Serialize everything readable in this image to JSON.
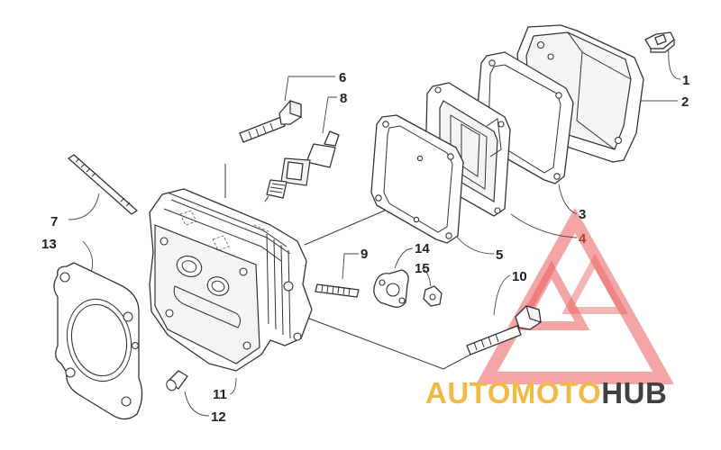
{
  "diagram": {
    "callouts": [
      {
        "id": "1",
        "accent": false
      },
      {
        "id": "2",
        "accent": false
      },
      {
        "id": "3",
        "accent": false
      },
      {
        "id": "4",
        "accent": true
      },
      {
        "id": "5",
        "accent": false
      },
      {
        "id": "6",
        "accent": false
      },
      {
        "id": "7",
        "accent": false
      },
      {
        "id": "8",
        "accent": false
      },
      {
        "id": "9",
        "accent": false
      },
      {
        "id": "10",
        "accent": false
      },
      {
        "id": "11",
        "accent": false
      },
      {
        "id": "12",
        "accent": false
      },
      {
        "id": "13",
        "accent": false
      },
      {
        "id": "14",
        "accent": false
      },
      {
        "id": "15",
        "accent": false
      }
    ]
  },
  "watermark": {
    "word_part1": "AUTOMOTO",
    "word_part2": "HUB",
    "color_part1": "#f2b233",
    "color_part2": "#2d2d2d",
    "triangle_color": "#e84a4a"
  },
  "colors": {
    "line": "#333333",
    "callout": "#222222",
    "callout_accent": "#c0392b"
  }
}
